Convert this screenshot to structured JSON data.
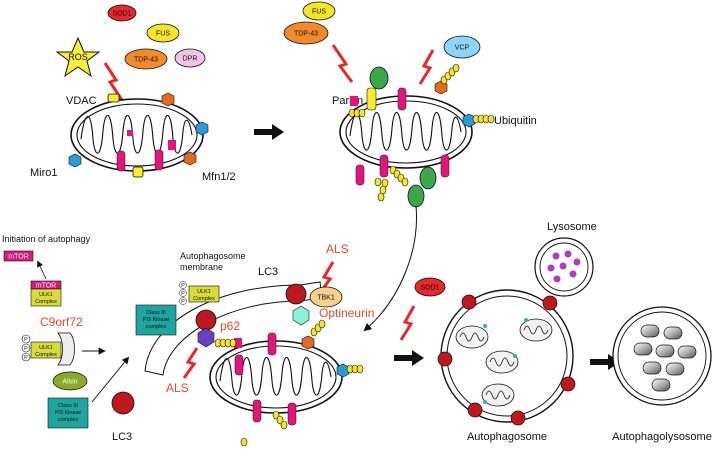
{
  "labels": {
    "ros": "ROS",
    "sod1": "SOD1",
    "fus": "FUS",
    "tdp43": "TDP-43",
    "dpr": "DPR",
    "vdac": "VDAC",
    "miro1": "Miro1",
    "mfn": "Mfn1/2",
    "vcp": "VCP",
    "parkin": "Parkin",
    "ubiquitin": "Ubiquitin",
    "initiation": "Initiation of autophagy",
    "mtor": "mTOR",
    "ulk1_line1": "ULK1",
    "ulk1_line2": "Complex",
    "c9orf72": "C9orf72",
    "alsin": "Alsin",
    "class3_line1": "Class III",
    "class3_line2": "PI3 Kinase",
    "class3_line3": "complex",
    "p_letter": "P",
    "autophagosome_membrane_line1": "Autophagosome",
    "autophagosome_membrane_line2": "membrane",
    "lc3": "LC3",
    "als": "ALS",
    "tbk1": "TBK1",
    "optineurin": "Optineurin",
    "p62": "p62",
    "lysosome": "Lysosome",
    "autophagosome": "Autophagosome",
    "autophagolysosome": "Autophagolysosome"
  },
  "colors": {
    "sod1": "#e8262b",
    "fus": "#f5e52a",
    "tdp43": "#f2892a",
    "dpr": "#f3c3e6",
    "vcp": "#8fd4f5",
    "ros": "#f7ee3a",
    "tbk1": "#f7d08a",
    "parkin": "#3aa84a",
    "ubiquitin": "#f3e52b",
    "vdac": "#f5ec2b",
    "mfn": "#e56a1f",
    "miro1": "#2b9bd6",
    "pink": "#e2157c",
    "ulk1": "#d6dc3a",
    "class3": "#1fa5a0",
    "lc3": "#c0161e",
    "p62": "#6c3fc2",
    "optineurin": "#8ff0d8",
    "lightning": "#e8262b",
    "als_text": "#e8472b",
    "lysosome_dots": "#b03cb8",
    "lysosome_contents": "#888888"
  }
}
